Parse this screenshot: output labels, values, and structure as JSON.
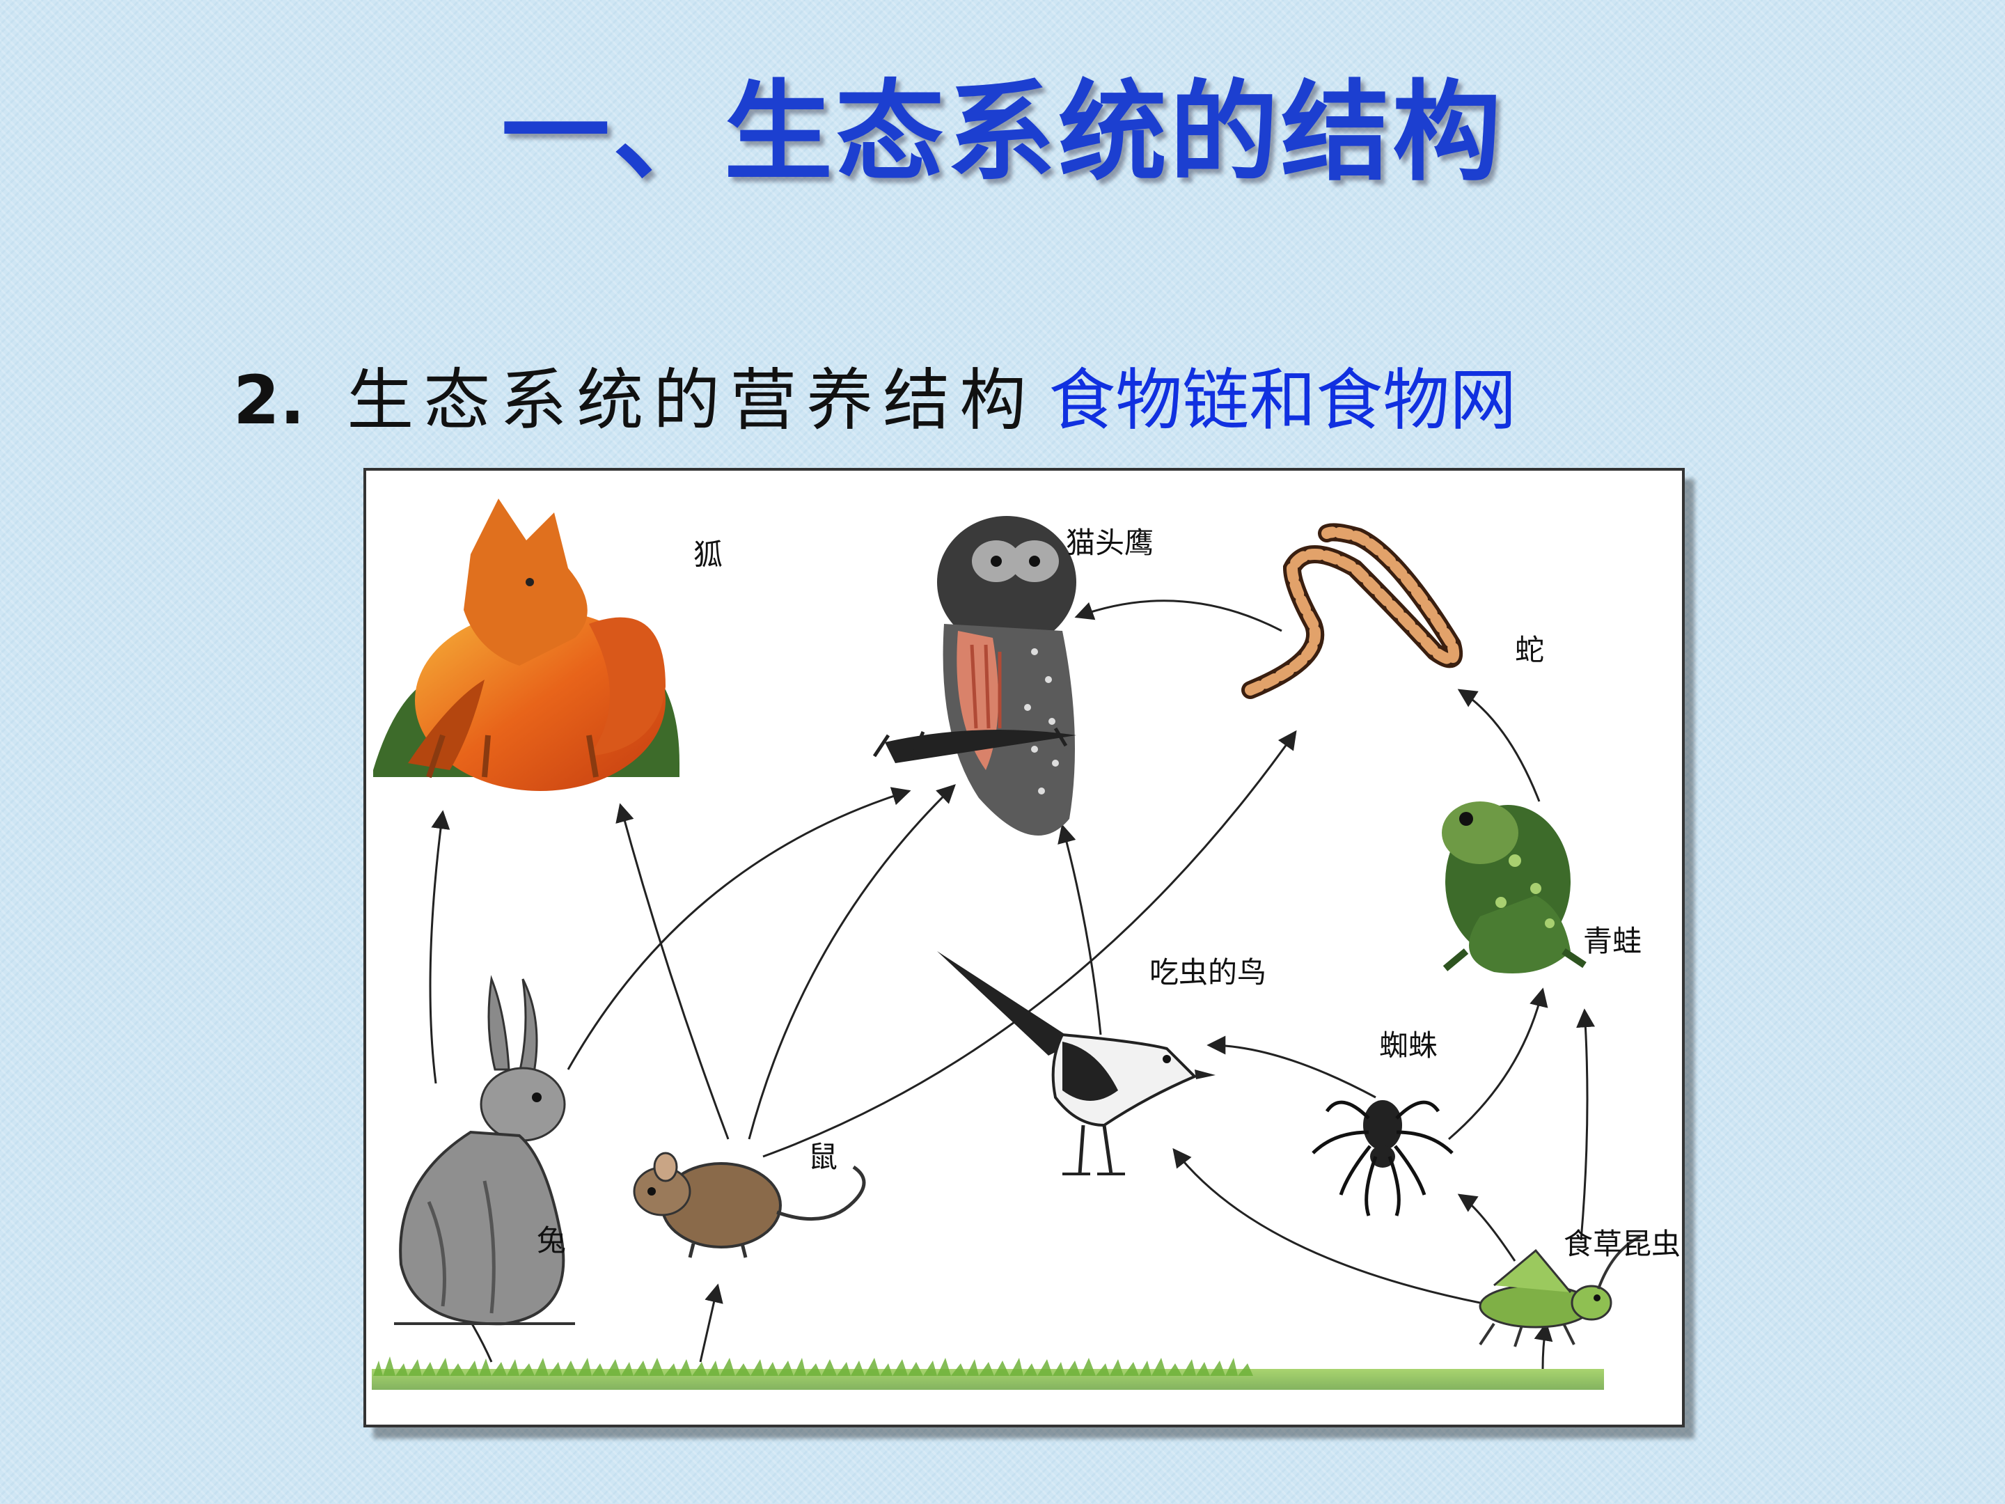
{
  "slide": {
    "title": "一、生态系统的结构",
    "subtitle_number": "2.",
    "subtitle_text": "生态系统的营养结构",
    "subtitle_accent": "食物链和食物网"
  },
  "food_web": {
    "labels": {
      "fox": "狐",
      "owl": "猫头鹰",
      "snake": "蛇",
      "frog": "青蛙",
      "insect_bird": "吃虫的鸟",
      "spider": "蜘蛛",
      "rabbit": "兔",
      "mouse": "鼠",
      "grasshopper": "食草昆虫"
    }
  },
  "colors": {
    "title": "#1c3fd0",
    "accent": "#1030e0"
  }
}
